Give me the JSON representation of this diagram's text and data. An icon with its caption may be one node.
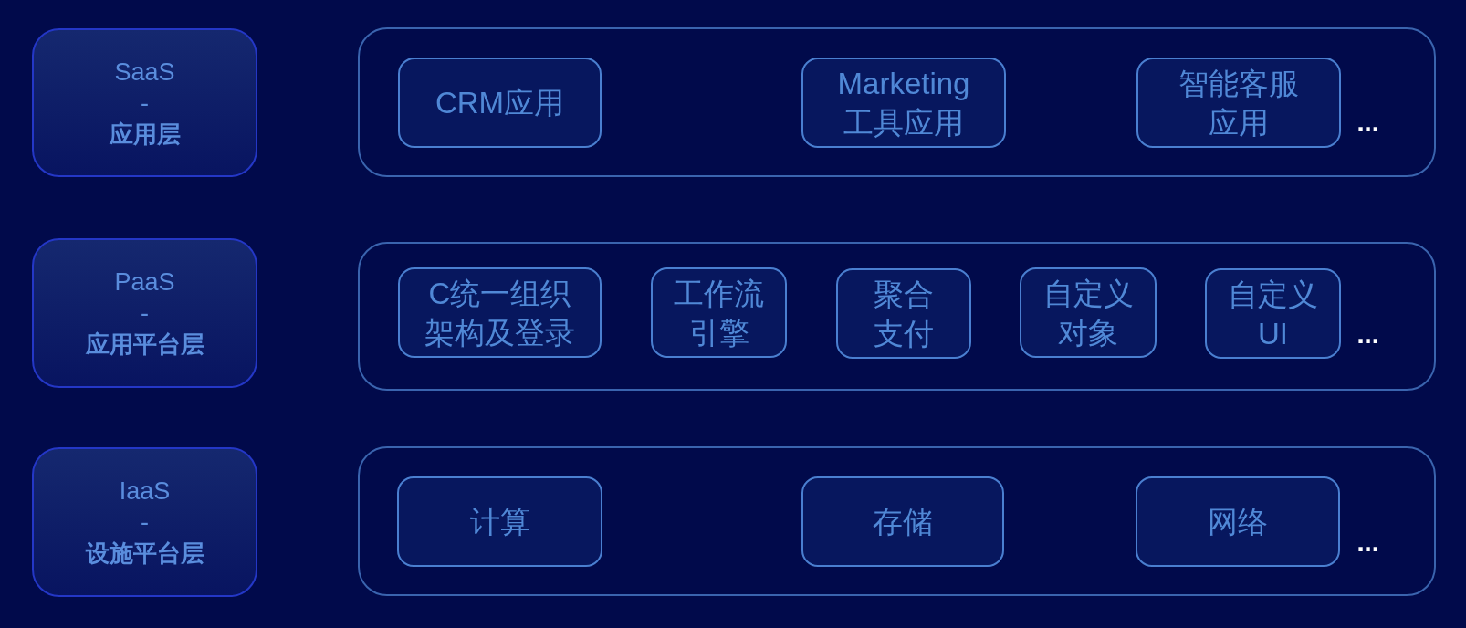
{
  "diagram": {
    "nodes": [
      {
        "text": [
          "SaaS",
          "-",
          "应用层"
        ]
      },
      {
        "text": [],
        "shape": "box"
      },
      {
        "text": [
          "CRM应用"
        ],
        "in": 1
      },
      {
        "text": [
          "Marketing 工具应用"
        ],
        "in": 1
      },
      {
        "text": [
          "智能客服应用"
        ],
        "in": 1
      },
      {
        "text": [
          "PaaS",
          "-",
          "应用平台层"
        ]
      },
      {
        "text": [],
        "shape": "box"
      },
      {
        "text": [
          "C统一组织架构及登录"
        ],
        "in": 6
      },
      {
        "text": [
          "工作流引擎"
        ],
        "in": 6
      },
      {
        "text": [
          "聚合支付"
        ],
        "in": 6
      },
      {
        "text": [
          "自定义对象"
        ],
        "in": 6
      },
      {
        "text": [
          "自定义UI"
        ],
        "in": 6
      },
      {
        "text": [
          "IaaS",
          "-",
          "设施平台层"
        ]
      },
      {
        "text": [],
        "shape": "box"
      },
      {
        "text": [
          "计算"
        ],
        "in": 13
      },
      {
        "text": [
          "存储"
        ],
        "in": 13
      },
      {
        "text": [
          "网络"
        ],
        "in": 13
      }
    ],
    "labels": [
      "...",
      "...",
      "..."
    ]
  }
}
